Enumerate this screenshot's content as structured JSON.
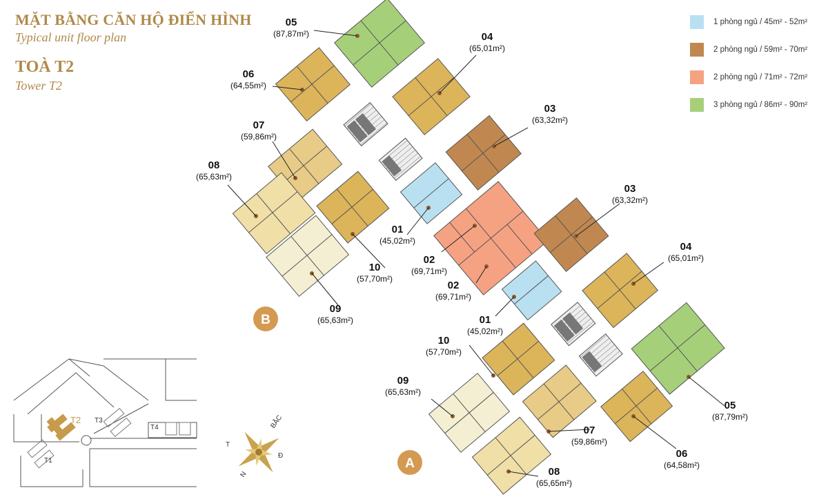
{
  "header": {
    "title_vi": "MẶT BẰNG CĂN HỘ ĐIỂN HÌNH",
    "title_en": "Typical unit floor plan",
    "tower_vi": "TOÀ T2",
    "tower_en": "Tower T2"
  },
  "legend": [
    {
      "label": "1 phòng ngủ / 45m² - 52m²",
      "color": "#b9e0f0"
    },
    {
      "label": "2 phòng ngủ / 59m² - 70m²",
      "color": "#c08850"
    },
    {
      "label": "2 phòng ngủ / 71m² - 72m²",
      "color": "#f5a283"
    },
    {
      "label": "3 phòng ngủ / 86m² - 90m²",
      "color": "#a6cf7a"
    }
  ],
  "blocks": {
    "a": "A",
    "b": "B"
  },
  "units_b": [
    {
      "num": "05",
      "area": "(87,87m²)"
    },
    {
      "num": "06",
      "area": "(64,55m²)"
    },
    {
      "num": "07",
      "area": "(59,86m²)"
    },
    {
      "num": "08",
      "area": "(65,63m²)"
    },
    {
      "num": "09",
      "area": "(65,63m²)"
    },
    {
      "num": "10",
      "area": "(57,70m²)"
    },
    {
      "num": "01",
      "area": "(45,02m²)"
    },
    {
      "num": "02",
      "area": "(69,71m²)"
    },
    {
      "num": "03",
      "area": "(63,32m²)"
    },
    {
      "num": "04",
      "area": "(65,01m²)"
    }
  ],
  "units_a": [
    {
      "num": "02",
      "area": "(69,71m²)"
    },
    {
      "num": "01",
      "area": "(45,02m²)"
    },
    {
      "num": "03",
      "area": "(63,32m²)"
    },
    {
      "num": "04",
      "area": "(65,01m²)"
    },
    {
      "num": "05",
      "area": "(87,79m²)"
    },
    {
      "num": "06",
      "area": "(64,58m²)"
    },
    {
      "num": "07",
      "area": "(59,86m²)"
    },
    {
      "num": "08",
      "area": "(65,65m²)"
    },
    {
      "num": "09",
      "area": "(65,63m²)"
    },
    {
      "num": "10",
      "area": "(57,70m²)"
    }
  ],
  "site_map": {
    "t1": "T1",
    "t2": "T2",
    "t3": "T3",
    "t4": "T4"
  },
  "compass": {
    "north": "BẮC",
    "south": "N",
    "east": "Đ",
    "west": "T"
  },
  "colors": {
    "gold": "#dcb45a",
    "light_yellow": "#f3e6b8",
    "cream": "#f4efd3",
    "brown": "#c08850",
    "salmon": "#f5a283",
    "blue": "#b9e0f0",
    "green": "#a6cf7a",
    "heading": "#b08a4a"
  }
}
